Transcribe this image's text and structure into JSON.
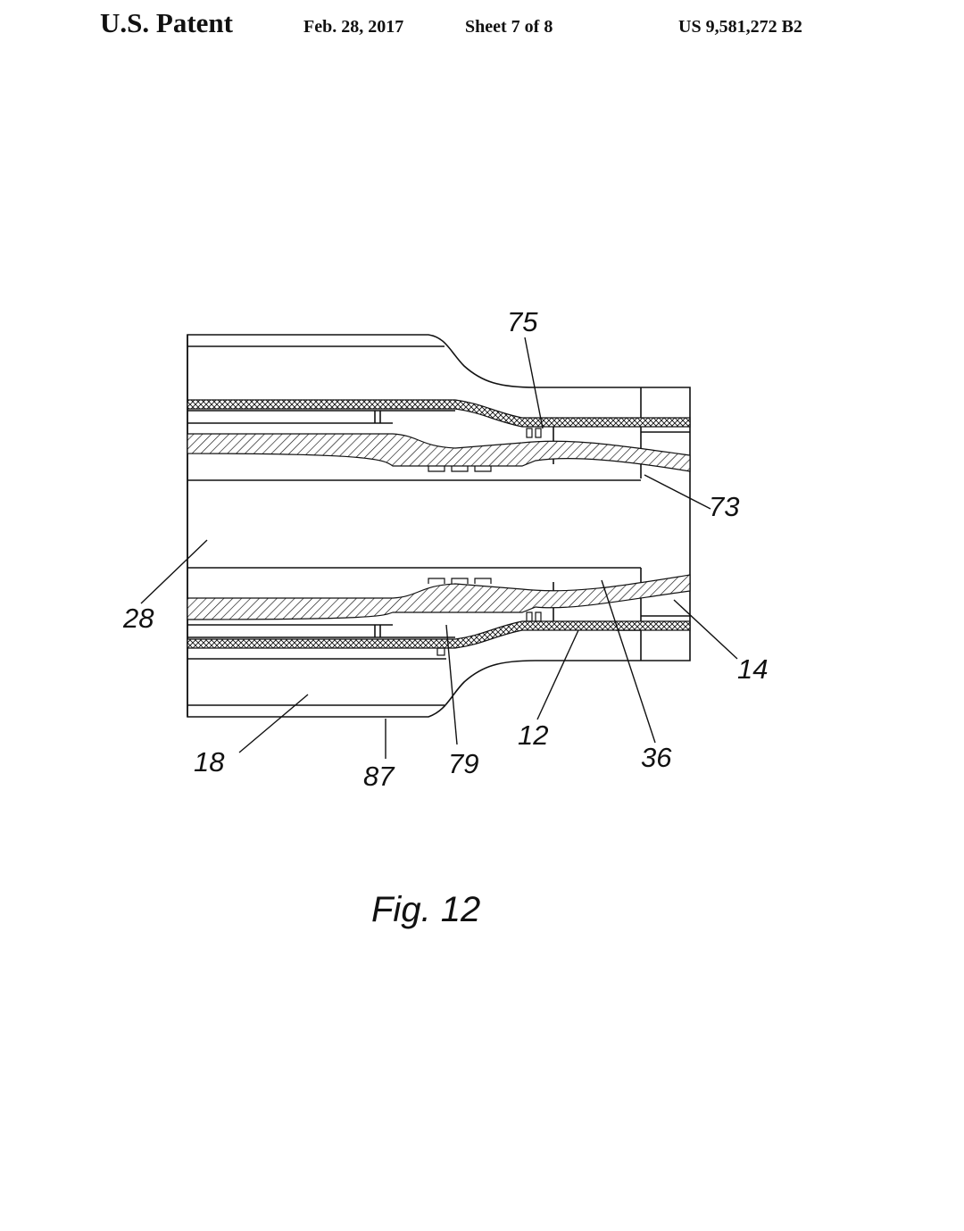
{
  "header": {
    "left": "U.S. Patent",
    "date": "Feb. 28, 2017",
    "sheet": "Sheet 7 of 8",
    "number": "US 9,581,272 B2"
  },
  "figure": {
    "caption": "Fig. 12",
    "labels": {
      "r75": "75",
      "r73": "73",
      "r28": "28",
      "r14": "14",
      "r12": "12",
      "r36": "36",
      "r18": "18",
      "r79": "79",
      "r87": "87"
    }
  }
}
